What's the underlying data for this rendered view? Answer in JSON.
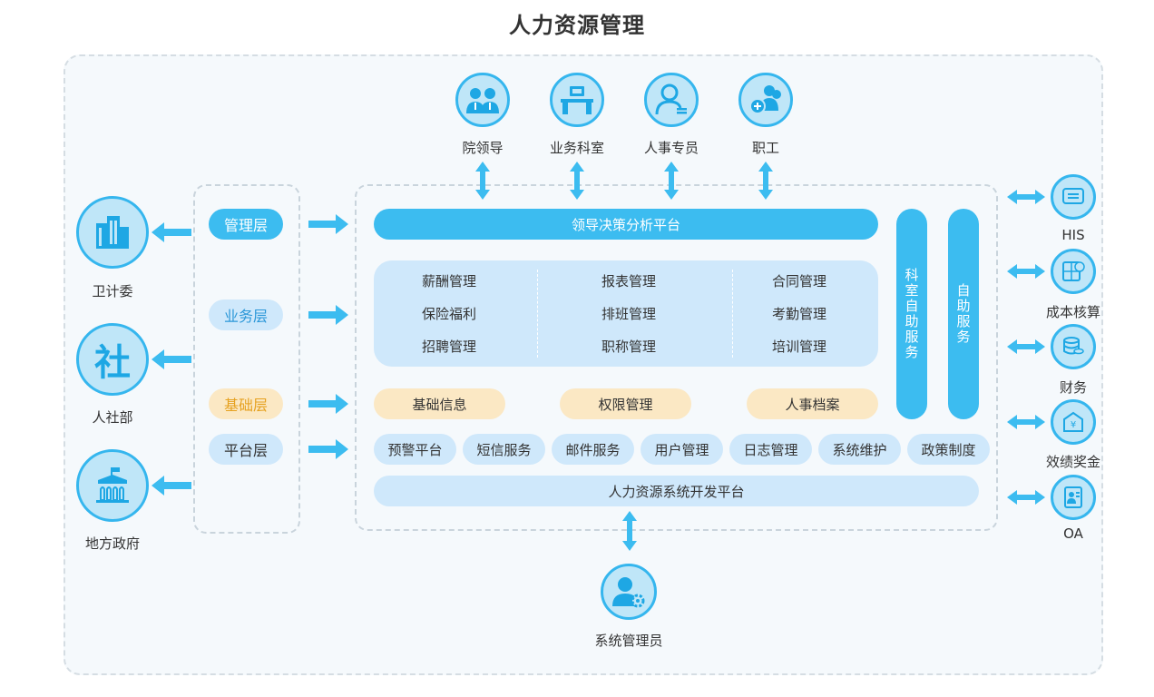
{
  "title": "人力资源管理",
  "top_roles": [
    {
      "label": "院领导",
      "icon": "leaders-icon"
    },
    {
      "label": "业务科室",
      "icon": "department-desk-icon"
    },
    {
      "label": "人事专员",
      "icon": "hr-specialist-icon"
    },
    {
      "label": "职工",
      "icon": "staff-icon"
    }
  ],
  "left_entities": [
    {
      "label": "卫计委",
      "icon": "building-icon"
    },
    {
      "label": "人社部",
      "icon": "she-character-icon",
      "glyph": "社"
    },
    {
      "label": "地方政府",
      "icon": "government-hall-icon"
    }
  ],
  "layers": [
    {
      "label": "管理层",
      "style": "blue"
    },
    {
      "label": "业务层",
      "style": "light"
    },
    {
      "label": "基础层",
      "style": "yellow"
    },
    {
      "label": "平台层",
      "style": "light"
    }
  ],
  "decision_platform": "领导决策分析平台",
  "business_modules": [
    [
      "薪酬管理",
      "保险福利",
      "招聘管理"
    ],
    [
      "报表管理",
      "排班管理",
      "职称管理"
    ],
    [
      "合同管理",
      "考勤管理",
      "培训管理"
    ]
  ],
  "base_modules": [
    "基础信息",
    "权限管理",
    "人事档案"
  ],
  "platform_modules": [
    "预警平台",
    "短信服务",
    "邮件服务",
    "用户管理",
    "日志管理",
    "系统维护",
    "政策制度"
  ],
  "dev_platform": "人力资源系统开发平台",
  "side_services": [
    {
      "chars": [
        "科",
        "室",
        "自",
        "助",
        "服",
        "务"
      ]
    },
    {
      "chars": [
        "自",
        "助",
        "服",
        "务"
      ]
    }
  ],
  "right_systems": [
    {
      "label": "HIS",
      "icon": "his-screen-icon"
    },
    {
      "label": "成本核算",
      "icon": "calculator-icon"
    },
    {
      "label": "财务",
      "icon": "coins-icon"
    },
    {
      "label": "效绩奖金",
      "icon": "bonus-envelope-icon",
      "glyph": "¥"
    },
    {
      "label": "OA",
      "icon": "oa-document-icon"
    }
  ],
  "admin": {
    "label": "系统管理员",
    "icon": "admin-gear-icon"
  },
  "colors": {
    "accent": "#3cbcf0",
    "light": "#cfe8fb",
    "yellow": "#fbe8c4",
    "yellow_text": "#e6a11f"
  }
}
